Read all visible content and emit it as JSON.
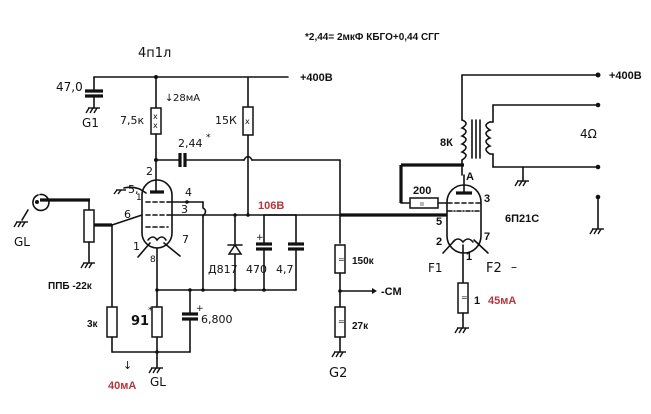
{
  "diagram": {
    "type": "tube amplifier schematic",
    "note": "*2,44= 2мкФ КБГО+0,44 СГГ",
    "driver_tube": {
      "name": "4п1л",
      "pins": [
        "5,",
        "1",
        "4",
        "3",
        "6",
        "1",
        "8",
        "7",
        "2"
      ]
    },
    "output_tube": {
      "name": "6П21С",
      "pins": {
        "anode": "A",
        "g2": "3",
        "g1": "5",
        "f1_pin": "2",
        "k": "1",
        "f2_pin": "7"
      }
    },
    "supply": {
      "left": "+400В",
      "right": "+400В"
    },
    "components": {
      "c_filter": "47,0",
      "r_anode": "7,5к",
      "r_screen": "15К",
      "anode_current": "28мА",
      "c_coupling": "2,44",
      "c_coupling_mark": "*",
      "volume_pot": "ППБ -22к",
      "r_3k": "3к",
      "r_cathode": "91",
      "r_cathode_mark": "*",
      "c_cathode": "6,800",
      "zener": "Д817",
      "c_470": "470",
      "c_47": "4,7",
      "screen_voltage": "106В",
      "r_150k": "150к",
      "bias_label": "-СМ",
      "r_27k": "27к",
      "r_grid_stop": "200",
      "transformer_primary": "8К",
      "speaker_impedance": "4Ω",
      "r_1": "1",
      "output_current": "45мА",
      "driver_current": "40мА"
    },
    "grounds": {
      "g1": "G1",
      "gl_input": "GL",
      "gl_cathode": "GL",
      "g2": "G2"
    },
    "filament_labels": {
      "f1": "F1",
      "f2": "F2",
      "f2_sign": "–"
    }
  }
}
